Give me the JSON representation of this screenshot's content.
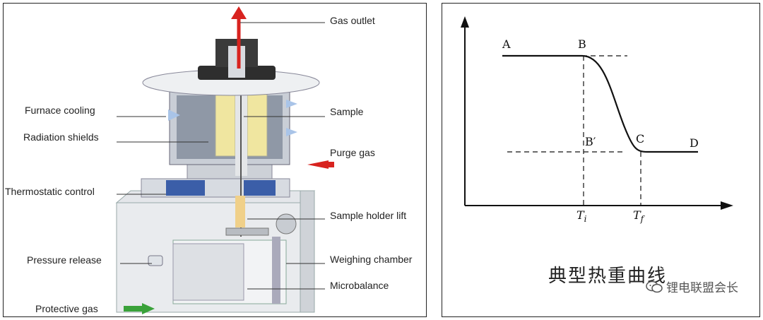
{
  "left_diagram": {
    "labels": {
      "gas_outlet": "Gas outlet",
      "furnace_cooling": "Furnace cooling",
      "sample": "Sample",
      "radiation_shields": "Radiation shields",
      "purge_gas": "Purge gas",
      "thermostatic_control": "Thermostatic control",
      "sample_holder_lift": "Sample holder lift",
      "pressure_release": "Pressure release",
      "weighing_chamber": "Weighing chamber",
      "microbalance": "Microbalance",
      "protective_gas": "Protective gas"
    },
    "colors": {
      "gas_outlet_arrow": "#d8231f",
      "purge_arrow": "#d8231f",
      "protective_arrow": "#3aa23a",
      "cooling_blue": "#3b5ea8",
      "sample_yellow": "#f0e6a0"
    }
  },
  "right_diagram": {
    "points": {
      "A": "A",
      "B": "B",
      "B_prime": "B′",
      "C": "C",
      "D": "D",
      "Ti": "T",
      "Ti_sub": "i",
      "Tf": "T",
      "Tf_sub": "f"
    },
    "caption": "典型热重曲线",
    "watermark": "锂电联盟会长"
  }
}
